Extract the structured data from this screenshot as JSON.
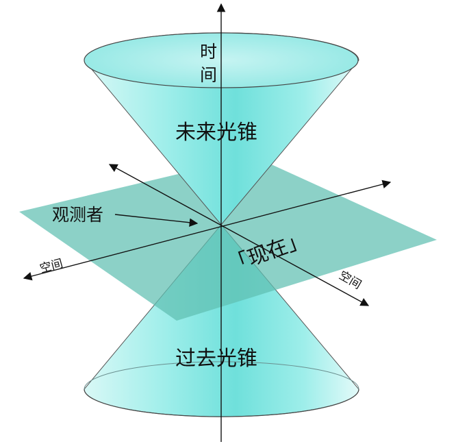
{
  "labels": {
    "time_axis": "时间",
    "future_cone": "未来光锥",
    "past_cone": "过去光锥",
    "observer": "观测者",
    "present": "「现在」",
    "space_left": "空间",
    "space_right": "空间"
  },
  "colors": {
    "cone_fill": "#7fe6e1",
    "cone_edge": "#c8f5f3",
    "plane_fill": "#5fbfb2",
    "axis": "#111111"
  }
}
